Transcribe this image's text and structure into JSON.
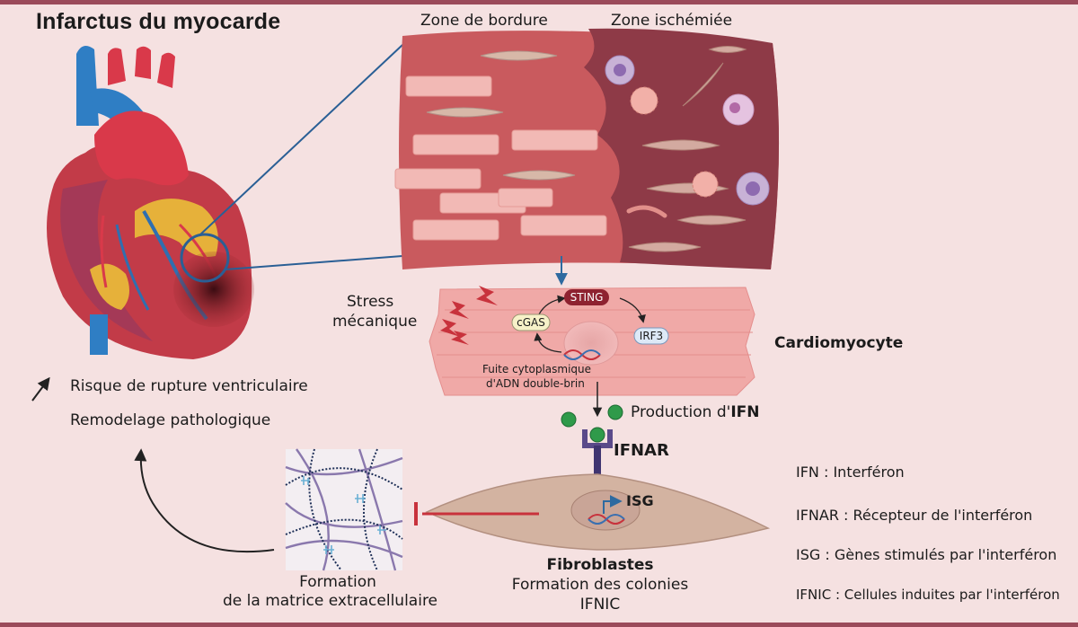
{
  "title": "Infarctus du myocarde",
  "zones": {
    "border": "Zone de bordure",
    "ischemic": "Zone ischémiée"
  },
  "stress": {
    "line1": "Stress",
    "line2": "mécanique"
  },
  "cardiomyocyte": "Cardiomyocyte",
  "pathway": {
    "sting": "STING",
    "cgas": "cGAS",
    "irf3": "IRF3",
    "leak1": "Fuite cytoplasmique",
    "leak2": "d'ADN double-brin"
  },
  "production": {
    "prefix": "Production d'",
    "ifn": "IFN"
  },
  "ifnar": "IFNAR",
  "isg": "ISG",
  "outcomes": {
    "rupture": "Risque de rupture ventriculaire",
    "remodel": "Remodelage pathologique"
  },
  "matrix": {
    "line1": "Formation",
    "line2": "de la matrice extracellulaire"
  },
  "fibro": {
    "title": "Fibroblastes",
    "line1": "Formation des colonies",
    "line2": "IFNIC"
  },
  "legend": [
    "IFN : Interféron",
    "IFNAR : Récepteur de l'interféron",
    "ISG : Gènes stimulés par l'interféron",
    "IFNIC : Cellules induites par l'interféron"
  ],
  "colors": {
    "background": "#f5e1e1",
    "frame": "#9b4a5a",
    "inhibition": "#c8323c",
    "receptor": "#5a4a8a",
    "ifn": "#2f9a4a"
  }
}
